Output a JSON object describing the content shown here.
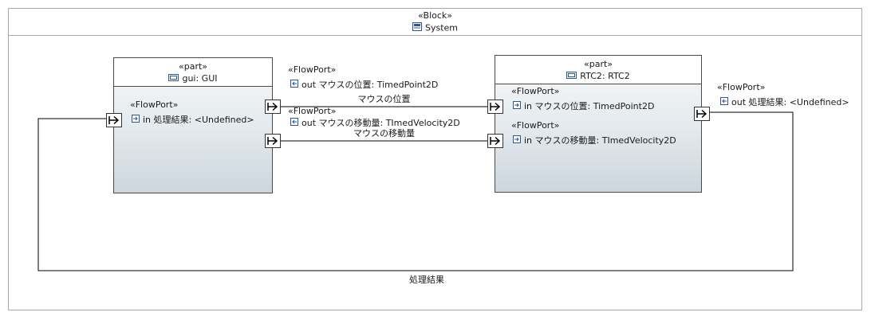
{
  "frame": {
    "stereotype": "«Block»",
    "title": "System",
    "icon": "block-icon"
  },
  "parts": {
    "gui": {
      "stereotype": "«part»",
      "title": "gui: GUI",
      "port": {
        "stereotype": "«FlowPort»",
        "label": "in 処理結果: <Undefined>"
      }
    },
    "rtc2": {
      "stereotype": "«part»",
      "title": "RTC2: RTC2",
      "ports": [
        {
          "stereotype": "«FlowPort»",
          "label": "in マウスの位置: TimedPoint2D"
        },
        {
          "stereotype": "«FlowPort»",
          "label": "in マウスの移動量: TImedVelocity2D"
        }
      ]
    }
  },
  "external_ports": [
    {
      "stereotype": "«FlowPort»",
      "label": "out マウスの位置: TimedPoint2D"
    },
    {
      "stereotype": "«FlowPort»",
      "label": "out マウスの移動量: TImedVelocity2D"
    },
    {
      "stereotype": "«FlowPort»",
      "label": "out 処理結果: <Undefined>"
    }
  ],
  "connectors": [
    {
      "label": "マウスの位置"
    },
    {
      "label": "マウスの移動量"
    },
    {
      "label": "処理結果"
    }
  ],
  "colors": {
    "line": "#000000",
    "border": "#4a4a4a",
    "frame": "#a9a9a9",
    "part_bottom": "#ccd6dc"
  }
}
